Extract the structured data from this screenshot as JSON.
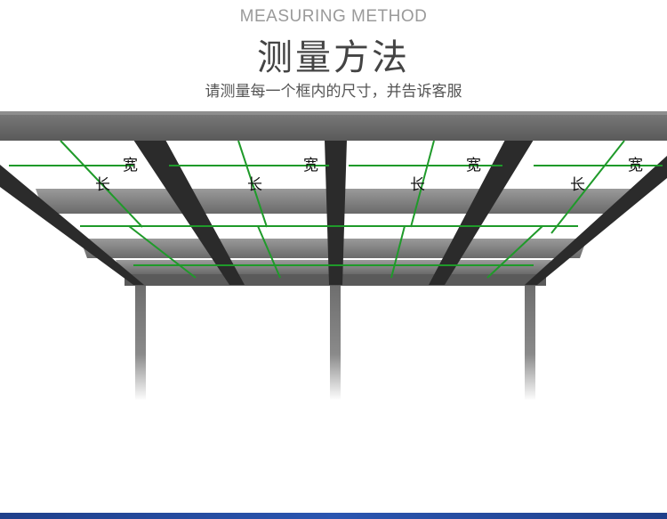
{
  "header": {
    "subtitle_en": "MEASURING METHOD",
    "title_cn": "测量方法",
    "instruction": "请测量每一个框内的尺寸，并告诉客服"
  },
  "labels": {
    "width": "宽",
    "length": "长"
  },
  "colors": {
    "frame_dark": "#2b2b2b",
    "frame_mid": "#777777",
    "measure_line": "#1f9a2a",
    "bottom_bar": "#2a55b0"
  }
}
